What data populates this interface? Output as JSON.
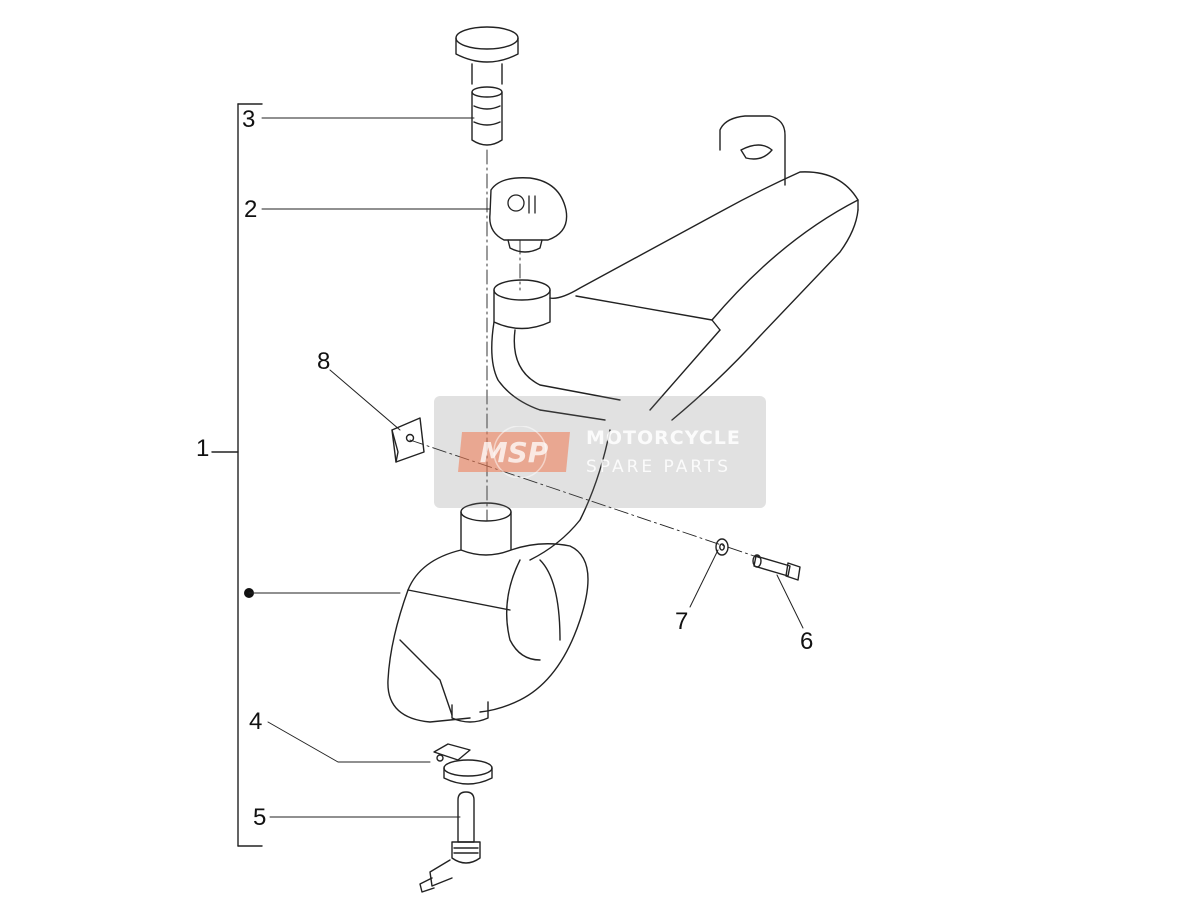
{
  "callouts": {
    "c1": "1",
    "c2": "2",
    "c3": "3",
    "c4": "4",
    "c5": "5",
    "c6": "6",
    "c7": "7",
    "c8": "8"
  },
  "watermark": {
    "logo_text": "MSP",
    "line1": "MOTORCYCLE",
    "line2": "SPARE PARTS"
  },
  "icons": [
    "oil-symbol-icon"
  ]
}
